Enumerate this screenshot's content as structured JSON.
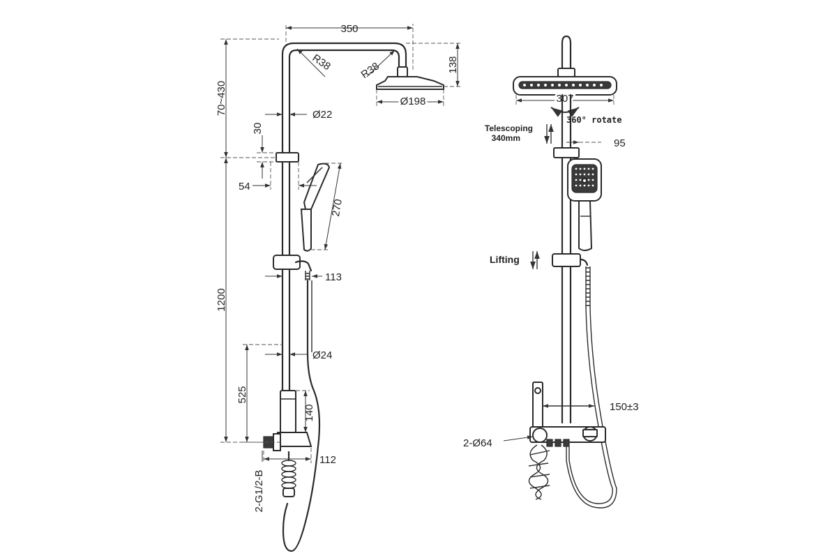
{
  "side_view": {
    "width_label": "350",
    "bend_radius_left": "R38",
    "bend_radius_right": "R38",
    "head_drop": "138",
    "head_diameter": "Ø198",
    "height_range": "70~430",
    "pipe_diameter_upper": "Ø22",
    "holder_offset": "30",
    "holder_depth": "54",
    "hand_shower_length": "270",
    "slider_depth": "113",
    "bar_length": "1200",
    "pipe_diameter_lower": "Ø24",
    "mixer_height": "525",
    "spout_height": "140",
    "mixer_depth": "112",
    "inlet_thread": "2-G1/2-B"
  },
  "front_view": {
    "head_width": "307",
    "rotate_label": "360° rotate",
    "telescoping_label_line1": "Telescoping",
    "telescoping_label_line2": "340mm",
    "holder_offset": "95",
    "lifting_label": "Lifting",
    "inlet_spacing": "150±3",
    "escutcheon_label": "2-Ø64"
  }
}
